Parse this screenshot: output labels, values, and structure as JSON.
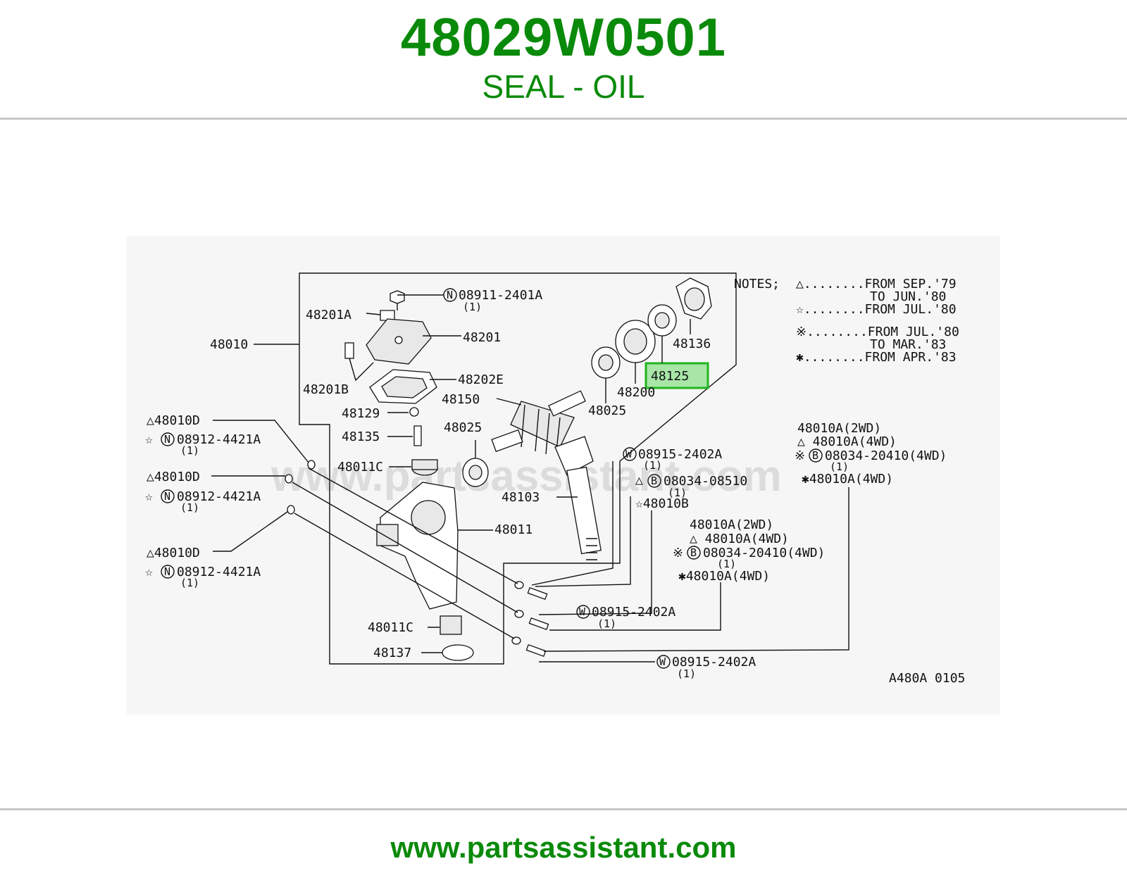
{
  "header": {
    "part_number": "48029W0501",
    "description": "SEAL - OIL"
  },
  "footer": {
    "url": "www.partsassistant.com"
  },
  "diagram": {
    "watermark": "www.partsassistant.com",
    "highlight_color": "#1fb51f",
    "highlighted_part": "48125",
    "code": "A480A 0105",
    "notes": {
      "title": "NOTES;",
      "line1": "△........FROM SEP.'79",
      "line1b": "TO JUN.'80",
      "line2": "☆........FROM JUL.'80",
      "line3": "※........FROM JUL.'80",
      "line3b": "TO MAR.'83",
      "line4": "✱........FROM APR.'83"
    },
    "labels": {
      "l48010": "48010",
      "l48201A": "48201A",
      "l48201": "48201",
      "l48201B": "48201B",
      "l48202E": "48202E",
      "l48129": "48129",
      "l48150": "48150",
      "l48135": "48135",
      "l48025a": "48025",
      "l48025b": "48025",
      "l48011C_top": "48011C",
      "l48011": "48011",
      "l48103": "48103",
      "l48011C_bot": "48011C",
      "l48137": "48137",
      "l48136": "48136",
      "l48200": "48200",
      "n08911": "08911-2401A",
      "n08911q": "(1)",
      "d1": "△48010D",
      "d1n": "☆",
      "d1p": "08912-4421A",
      "d1q": "(1)",
      "d2": "△48010D",
      "d2n": "☆",
      "d2p": "08912-4421A",
      "d2q": "(1)",
      "d3": "△48010D",
      "d3n": "☆",
      "d3p": "08912-4421A",
      "d3q": "(1)",
      "w1p": "08915-2402A",
      "w1q": "(1)",
      "b1pre": "△",
      "b1p": "08034-08510",
      "b1q": "(1)",
      "s1": "☆48010B",
      "g1a": "48010A(2WD)",
      "g1b": "△ 48010A(4WD)",
      "g1cpre": "※",
      "g1c": "08034-20410(4WD)",
      "g1q": "(1)",
      "g1d": "✱48010A(4WD)",
      "g2a": "48010A(2WD)",
      "g2b": "△ 48010A(4WD)",
      "g2cpre": "※",
      "g2c": "08034-20410(4WD)",
      "g2q": "(1)",
      "g2d": "✱48010A(4WD)",
      "w2p": "08915-2402A",
      "w2q": "(1)",
      "w3p": "08915-2402A",
      "w3q": "(1)",
      "circ_N": "N",
      "circ_W": "W",
      "circ_B": "B"
    }
  }
}
